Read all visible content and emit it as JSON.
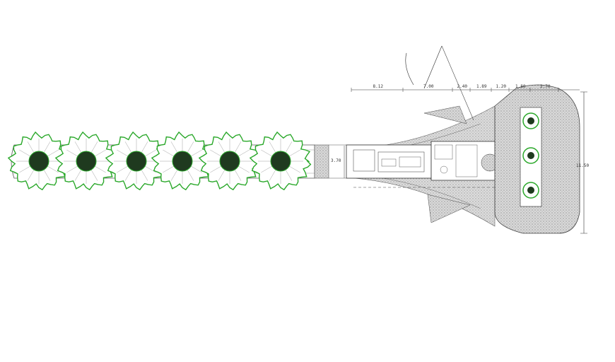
{
  "drawing": {
    "top_dimensions": [
      "8.12",
      "7.00",
      "2.40",
      "1.89",
      "1.20",
      "1.80",
      "2.70"
    ],
    "side_dimension": "11.50",
    "width_dimension": "3.70",
    "trees_count": 6,
    "planters_count": 3
  },
  "colors": {
    "tree_outline": "#2aa82a",
    "tree_center": "#1f3a1f",
    "hatch": "#999999",
    "line": "#444444"
  }
}
